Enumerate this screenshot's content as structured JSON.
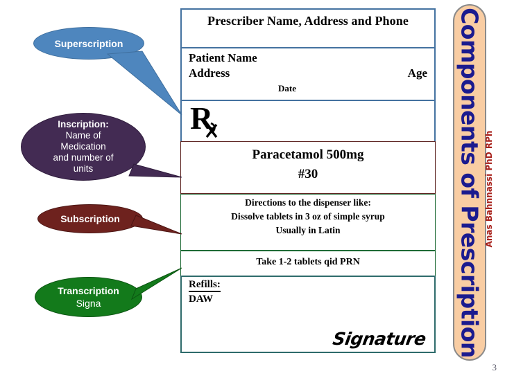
{
  "slide": {
    "side_title": "Components of Prescription",
    "author": "Anas Bahnnassi PhD RPh",
    "page_number": "3",
    "colors": {
      "side_panel_fill": "#F9CDA3",
      "side_panel_border": "#8A8A8A",
      "side_title_text": "#1B1B8F",
      "author_text": "#A8221C",
      "superscription": "#4E86BE",
      "inscription": "#432B53",
      "subscription": "#6E221E",
      "transcription": "#137A1B",
      "border_blue": "#4472A0",
      "border_maroon": "#5C2320",
      "border_green": "#1F6B36",
      "border_teal": "#2E6B6B"
    }
  },
  "prescription": {
    "prescriber_header": "Prescriber Name, Address and Phone",
    "patient_name": "Patient Name",
    "address": "Address",
    "age": "Age",
    "date": "Date",
    "rx_symbol": "Rx",
    "drug_name": "Paracetamol 500mg",
    "quantity": "#30",
    "directions": [
      "Directions to the dispenser like:",
      "Dissolve tablets in 3 oz of simple syrup",
      "Usually in Latin"
    ],
    "signa": "Take 1-2 tablets qid PRN",
    "refills_label": "Refills:",
    "daw_label": "DAW",
    "signature": "Signature"
  },
  "callouts": [
    {
      "id": "superscription",
      "line1": "Superscription",
      "line2": "",
      "line3": "",
      "line4": "",
      "line5": ""
    },
    {
      "id": "inscription",
      "line1": "Inscription:",
      "line2": "Name of",
      "line3": "Medication",
      "line4": "and number of",
      "line5": "units"
    },
    {
      "id": "subscription",
      "line1": "Subscription",
      "line2": "",
      "line3": "",
      "line4": "",
      "line5": ""
    },
    {
      "id": "transcription",
      "line1": "Transcription",
      "line2": "Signa",
      "line3": "",
      "line4": "",
      "line5": ""
    }
  ]
}
